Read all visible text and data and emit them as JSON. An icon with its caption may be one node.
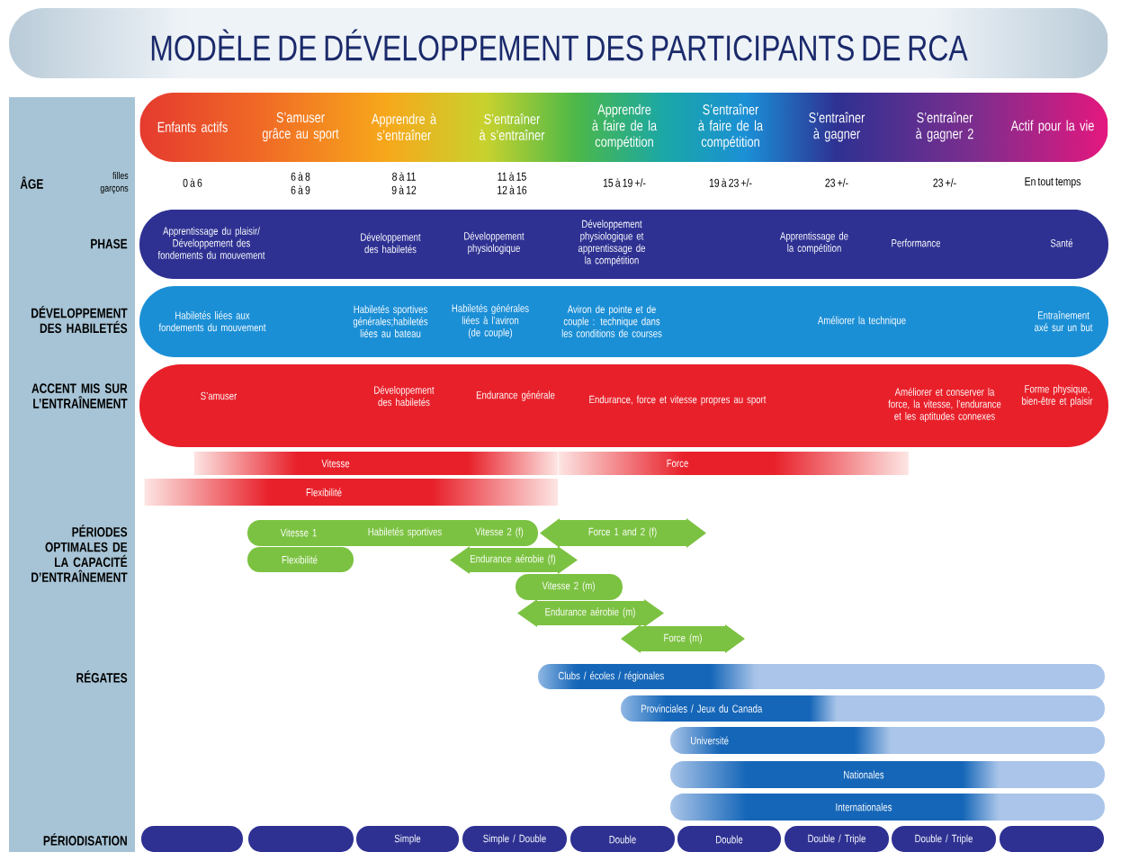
{
  "diagram": {
    "title": "MODÈLE DE DÉVELOPPEMENT DES PARTICIPANTS DE RCA",
    "nodes": [
      {
        "text": [
          "ÂGE",
          "filles",
          "garçons",
          "PHASE",
          "DÉVELOPPEMENT DES HABILETÉS",
          "ACCENT MIS SUR L’ENTRAÎNEMENT",
          "PÉRIODES OPTIMALES DE LA CAPACITÉ D’ENTRAÎNEMENT",
          "RÉGATES",
          "PÉRIODISATION"
        ]
      },
      {
        "text": [
          "Enfants actifs",
          "S’amuser grâce au sport",
          "Apprendre à s’entraîner",
          "S’entraîner à s’entraîner",
          "Apprendre à faire de la compétition",
          "S’entraîner à faire de la compétition",
          "S’entraîner à gagner",
          "S’entraîner à gagner 2",
          "Actif pour la vie"
        ]
      },
      {
        "text": [
          "Apprentissage du plaisir/ Développement des fondements du mouvement",
          "Développement des habiletés",
          "Développement physiologique",
          "Développement physiologique et apprentissage de la compétition",
          "Apprentissage de la compétition",
          "Performance",
          "Santé"
        ]
      },
      {
        "text": [
          "Habiletés liées aux fondements du mouvement",
          "Habiletés sportives générales;habiletés liées au bateau",
          "Habiletés générales liées à l’aviron (de couple)",
          "Aviron de pointe et de couple : technique dans les conditions de courses",
          "Améliorer la technique",
          "Entraînement axé sur un but"
        ]
      },
      {
        "text": [
          "S’amuser",
          "Développement des habiletés",
          "Endurance générale",
          "Endurance, force et vitesse propres au sport",
          "Améliorer et conserver la force, la vitesse, l’endurance et les aptitudes connexes",
          "Forme physique, bien-être et plaisir"
        ]
      },
      {
        "text": [
          "Vitesse"
        ]
      },
      {
        "text": [
          "Force"
        ]
      },
      {
        "text": [
          "Flexibilité"
        ]
      },
      {
        "text": [
          "Vitesse 1",
          "Habiletés sportives",
          "Vitesse 2 (f)"
        ]
      },
      {
        "text": [
          "Force 1 and 2 (f)"
        ]
      },
      {
        "text": [
          "Flexibilité"
        ]
      },
      {
        "text": [
          "Endurance aérobie (f)"
        ]
      },
      {
        "text": [
          "Vitesse 2 (m)"
        ]
      },
      {
        "text": [
          "Endurance aérobie (m)"
        ]
      },
      {
        "text": [
          "Force (m)"
        ]
      },
      {
        "text": [
          "Clubs / écoles / régionales"
        ]
      },
      {
        "text": [
          "Provinciales / Jeux du Canada"
        ]
      },
      {
        "text": [
          "Université"
        ]
      },
      {
        "text": [
          "Nationales"
        ]
      },
      {
        "text": [
          "Internationales"
        ]
      },
      {
        "text": [],
        "shape": "box"
      },
      {
        "text": [],
        "shape": "box"
      },
      {
        "text": [
          "Simple"
        ]
      },
      {
        "text": [
          "Simple / Double"
        ]
      },
      {
        "text": [
          "Double"
        ]
      },
      {
        "text": [
          "Double"
        ]
      },
      {
        "text": [
          "Double / Triple"
        ]
      },
      {
        "text": [
          "Double / Triple"
        ]
      },
      {
        "text": [],
        "shape": "box"
      }
    ],
    "labels": [
      "0 à 6",
      "6 à 8",
      "8 à 11",
      "11 à 15",
      "15 à 19 +/-",
      "19 à 23 +/-",
      "23 +/-",
      "23 +/-",
      "En tout temps",
      "6 à 9",
      "9 à 12",
      "12 à 16"
    ]
  }
}
